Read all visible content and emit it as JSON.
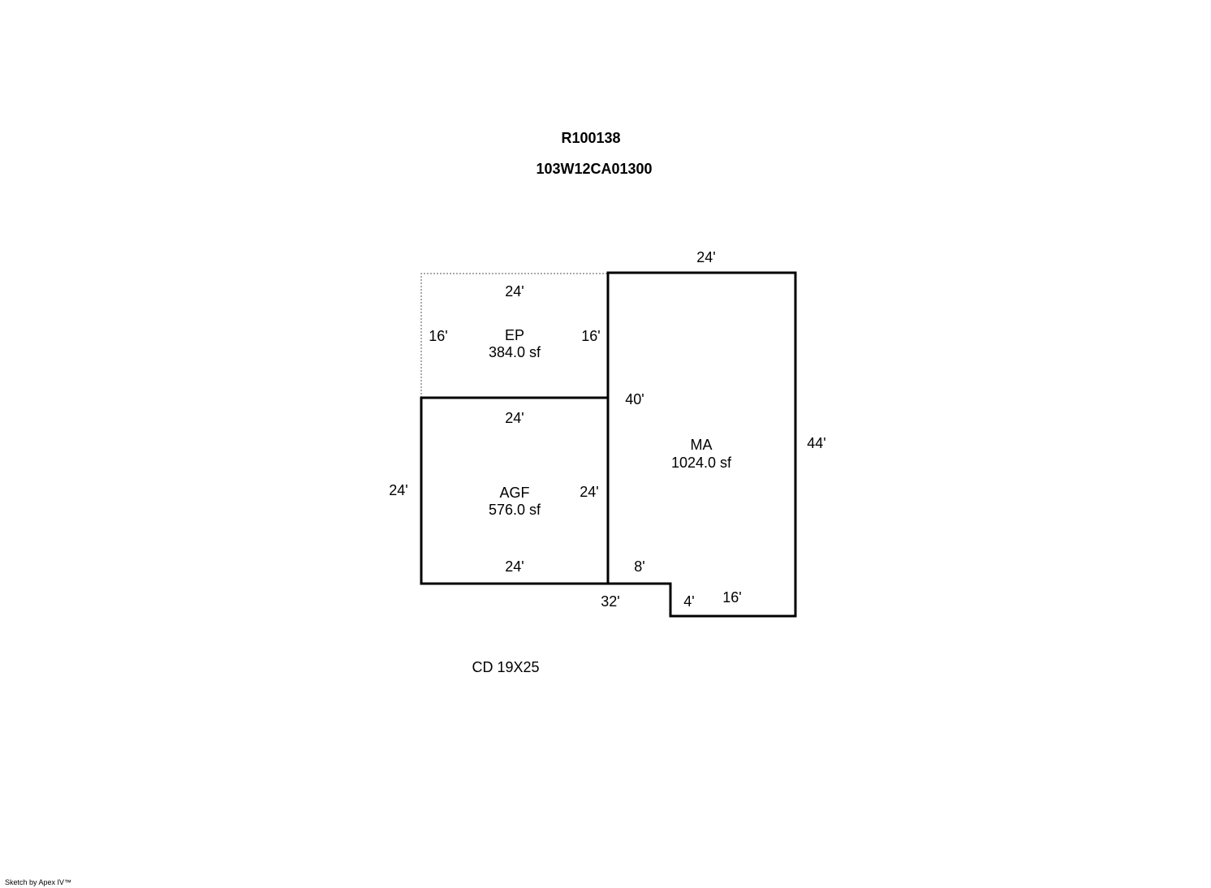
{
  "header": {
    "account_id": "R100138",
    "map_taxlot": "103W12CA01300"
  },
  "areas": {
    "ep": {
      "code": "EP",
      "area": "384.0 sf",
      "dims": {
        "top": "24'",
        "left": "16'",
        "right": "16'"
      }
    },
    "agf": {
      "code": "AGF",
      "area": "576.0 sf",
      "dims": {
        "top": "24'",
        "left": "24'",
        "right": "24'",
        "bottom": "24'"
      }
    },
    "ma": {
      "code": "MA",
      "area": "1024.0 sf",
      "dims": {
        "top": "24'",
        "left": "40'",
        "right": "44'",
        "notch_top": "8'",
        "bottom_total": "32'",
        "notch_side": "4'",
        "bottom": "16'"
      }
    }
  },
  "note": "CD 19X25",
  "footer": "Sketch by Apex IV™"
}
